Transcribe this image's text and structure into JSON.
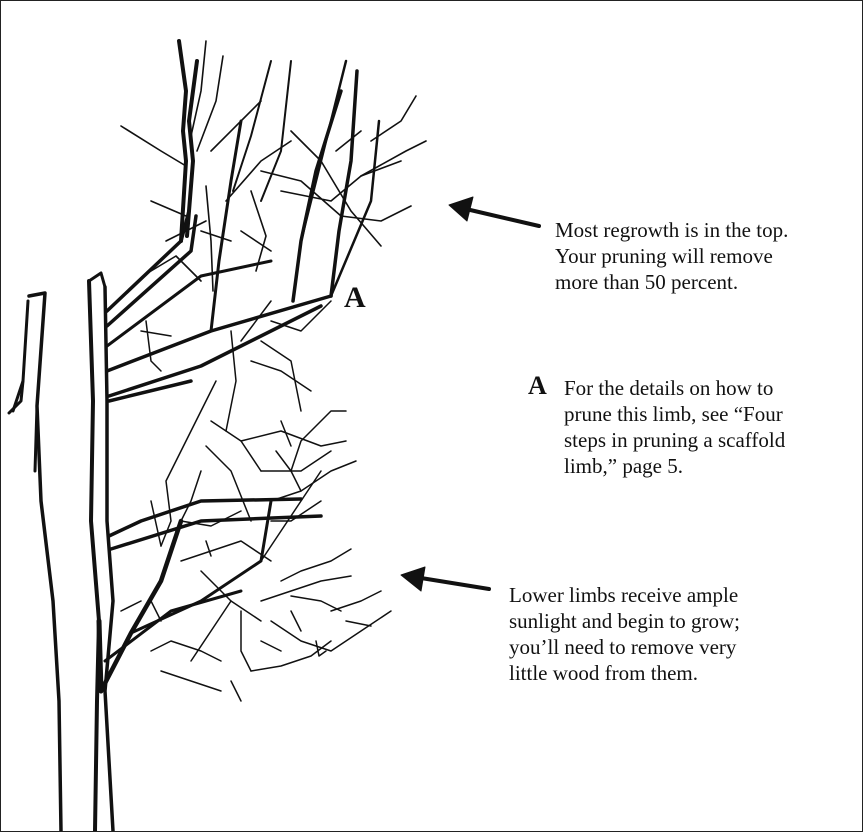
{
  "annotations": {
    "top": "Most regrowth is in the top.\nYour pruning will remove\nmore than 50 percent.",
    "a_letter": "A",
    "a_note": "For the details on how to\nprune this limb, see “Four\nsteps in pruning a scaffold\nlimb,” page 5.",
    "bottom": "Lower limbs receive ample\nsunlight and begin to grow;\nyou’ll need to remove very\nlittle wood from them."
  },
  "tree_marker": "A",
  "colors": {
    "ink": "#111111",
    "background": "#ffffff",
    "border": "#222222"
  }
}
